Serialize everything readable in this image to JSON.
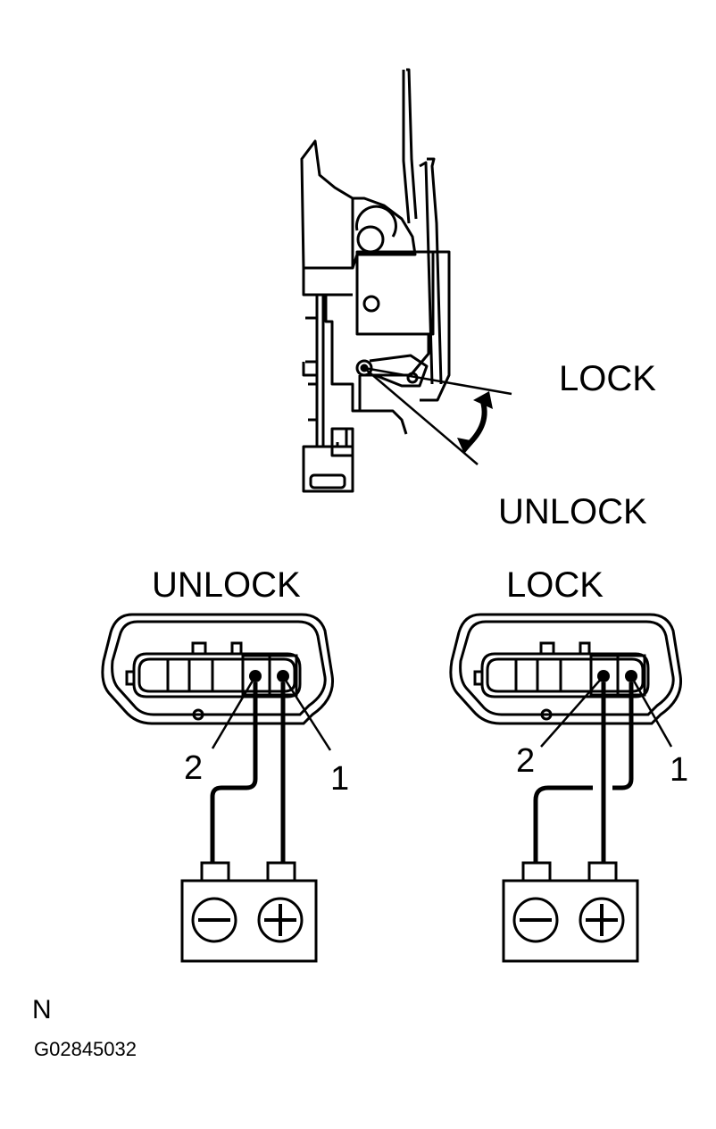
{
  "labels": {
    "top_lock": "LOCK",
    "top_unlock": "UNLOCK",
    "left_title": "UNLOCK",
    "right_title": "LOCK",
    "left_pin_2": "2",
    "left_pin_1": "1",
    "right_pin_2": "2",
    "right_pin_1": "1",
    "marker": "N",
    "figure_code": "G02845032"
  },
  "battery_terminals": {
    "negative_symbol": "minus-symbol",
    "positive_symbol": "plus-symbol"
  },
  "colors": {
    "line": "#000000",
    "background": "#ffffff"
  }
}
